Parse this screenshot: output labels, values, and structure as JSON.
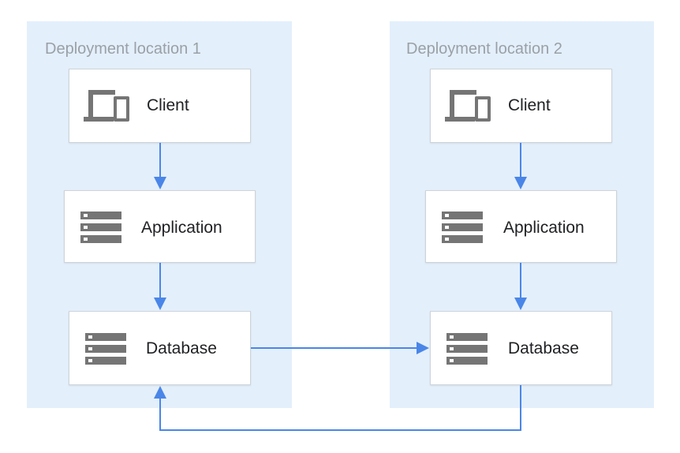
{
  "zones": [
    {
      "title": "Deployment location 1"
    },
    {
      "title": "Deployment location 2"
    }
  ],
  "nodes": {
    "client1": {
      "label": "Client",
      "icon": "devices-icon"
    },
    "app1": {
      "label": "Application",
      "icon": "server-icon"
    },
    "db1": {
      "label": "Database",
      "icon": "server-icon"
    },
    "client2": {
      "label": "Client",
      "icon": "devices-icon"
    },
    "app2": {
      "label": "Application",
      "icon": "server-icon"
    },
    "db2": {
      "label": "Database",
      "icon": "server-icon"
    }
  },
  "colors": {
    "zone_fill": "#e3effb",
    "arrow": "#4a86e8",
    "icon": "#757575",
    "title_text": "#9aa0a6"
  }
}
